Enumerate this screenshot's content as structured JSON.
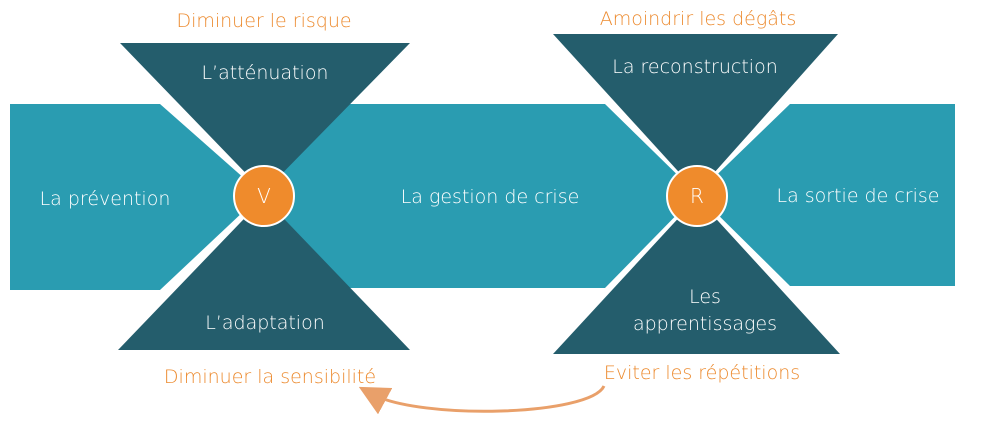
{
  "colors": {
    "band": "#2a9cb1",
    "hourglass": "#245d6c",
    "circle": "#ef8b2c",
    "accent_text": "#ec8a2e",
    "arrow": "#e9a06a"
  },
  "stages": {
    "prevention": "La prévention",
    "crisis_management": "La gestion de crise",
    "crisis_exit": "La sortie de crise"
  },
  "hourglass_v": {
    "top": "L’atténuation",
    "bottom": "L’adaptation",
    "letter": "V",
    "goal_top": "Diminuer le risque",
    "goal_bottom": "Diminuer la sensibilité"
  },
  "hourglass_r": {
    "top": "La reconstruction",
    "bottom_line1": "Les",
    "bottom_line2": "apprentissages",
    "letter": "R",
    "goal_top": "Amoindrir les dégâts",
    "goal_bottom": "Eviter les répétitions"
  }
}
